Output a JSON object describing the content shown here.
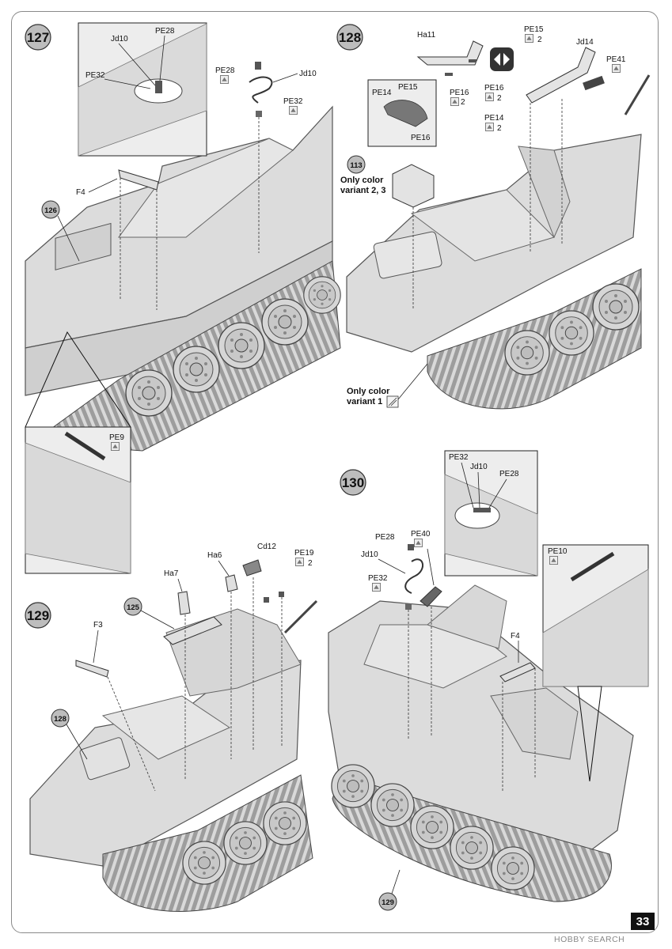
{
  "page_number": "33",
  "watermark": "HOBBY SEARCH",
  "steps": {
    "s127": {
      "number": "127",
      "ref": "126",
      "labels": {
        "F4": "F4",
        "Jd10": "Jd10",
        "PE28a": "PE28",
        "PE32a": "PE32",
        "PE28b": "PE28",
        "Jd10b": "Jd10",
        "PE32b": "PE32",
        "PE9": "PE9"
      }
    },
    "s128": {
      "number": "128",
      "ref": "113",
      "labels": {
        "Ha11": "Ha11",
        "PE16a": "PE16",
        "PE15": "PE15",
        "Jd14": "Jd14",
        "PE41": "PE41",
        "PE16b": "PE16",
        "PE14": "PE14",
        "inPE14": "PE14",
        "inPE15": "PE15",
        "inPE16": "PE16",
        "x2a": "2",
        "x2b": "2",
        "x2c": "2",
        "x2d": "2"
      },
      "variant_a": [
        "Only color",
        "variant 2, 3"
      ],
      "variant_b": [
        "Only color",
        "variant 1"
      ]
    },
    "s129": {
      "number": "129",
      "ref_top": "125",
      "ref_body": "128",
      "labels": {
        "Ha6": "Ha6",
        "Cd12": "Cd12",
        "PE19": "PE19",
        "Ha7": "Ha7",
        "F3": "F3",
        "x2": "2"
      }
    },
    "s130": {
      "number": "130",
      "ref": "129",
      "labels": {
        "PE32a": "PE32",
        "Jd10a": "Jd10",
        "PE28a": "PE28",
        "PE28b": "PE28",
        "PE40": "PE40",
        "Jd10b": "Jd10",
        "PE32b": "PE32",
        "F4": "F4",
        "PE10": "PE10"
      }
    }
  }
}
